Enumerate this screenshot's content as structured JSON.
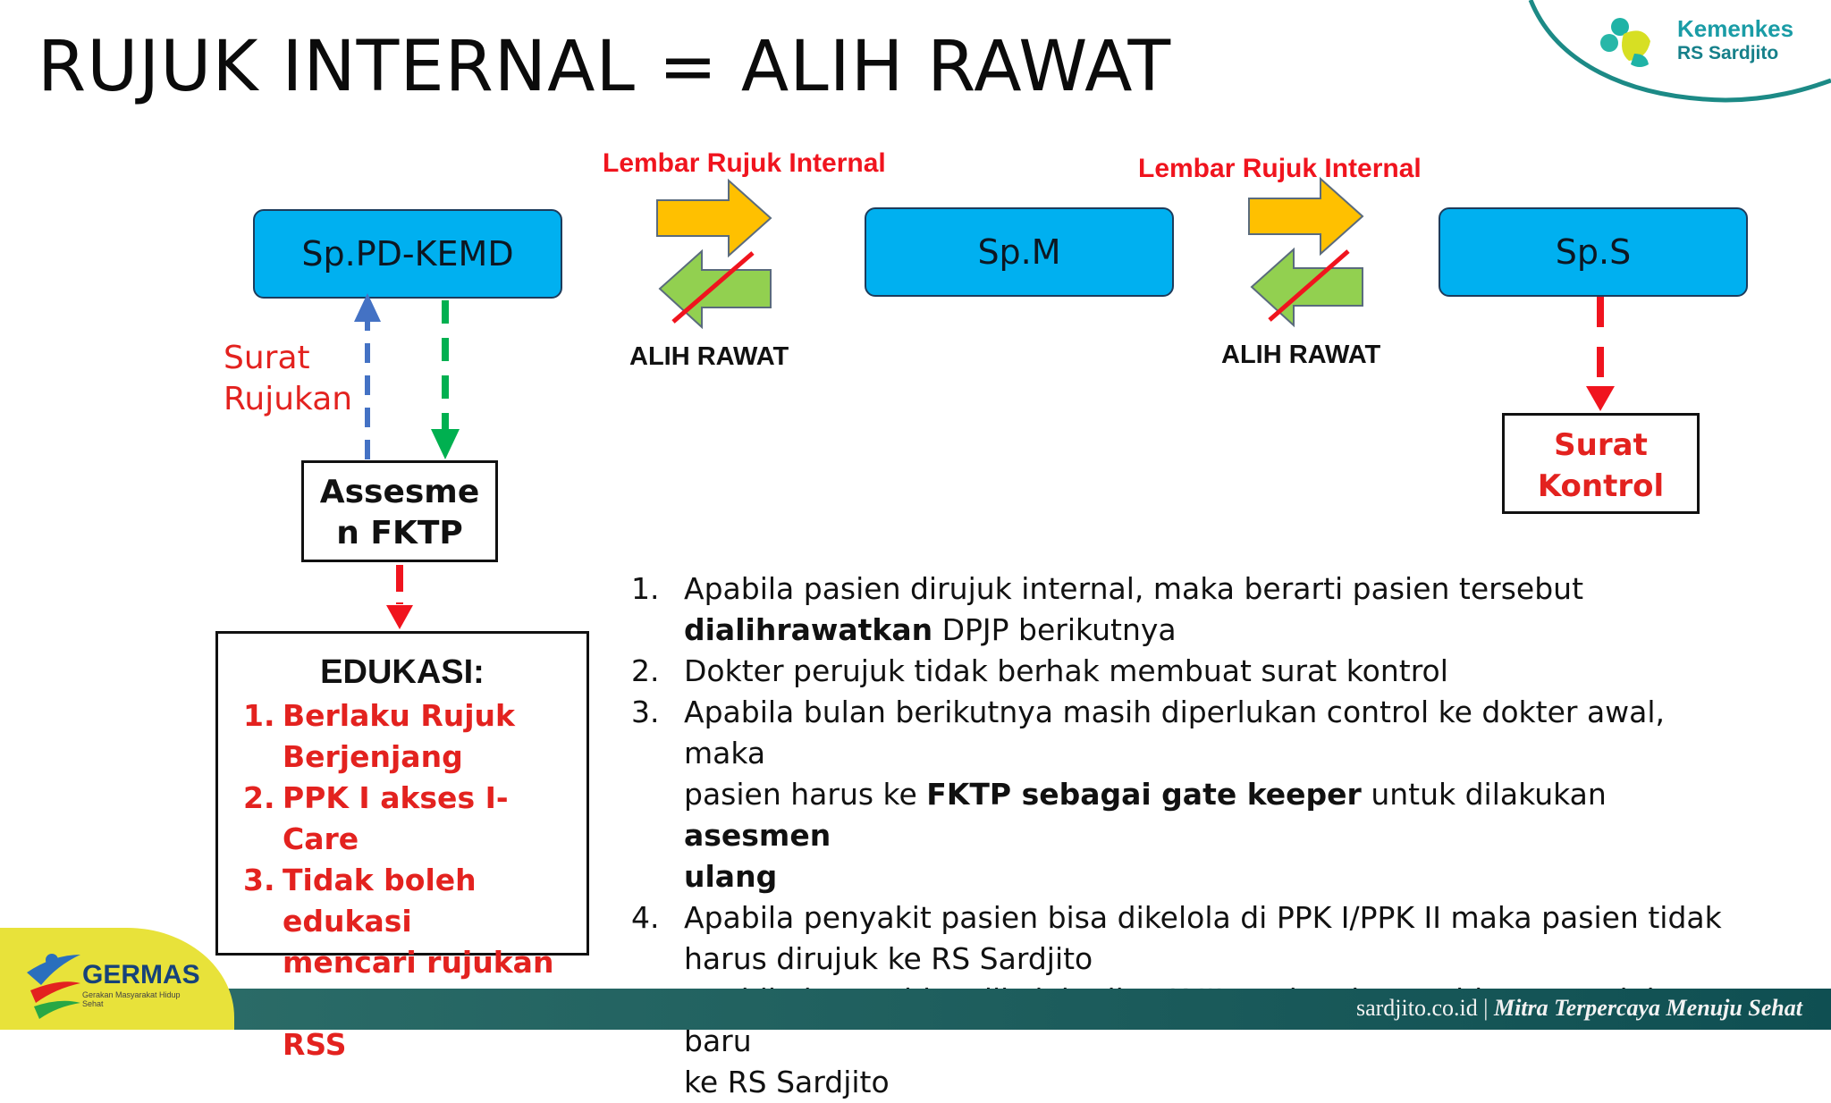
{
  "title": "RUJUK INTERNAL = ALIH RAWAT",
  "logo": {
    "line1": "Kemenkes",
    "line2": "RS Sardjito"
  },
  "nodes": {
    "sp1": "Sp.PD-KEMD",
    "sp2": "Sp.M",
    "sp3": "Sp.S"
  },
  "arrow_labels": {
    "top_left": "Lembar Rujuk Internal",
    "top_right": "Lembar Rujuk Internal",
    "bottom_left": "ALIH RAWAT",
    "bottom_right": "ALIH RAWAT"
  },
  "surat_rujukan": [
    "Surat",
    "Rujukan"
  ],
  "assesmen": [
    "Assesme",
    "n FKTP"
  ],
  "surat_kontrol": [
    "Surat",
    "Kontrol"
  ],
  "edukasi": {
    "heading": "EDUKASI:",
    "items": [
      {
        "num": "1.",
        "lines": [
          "Berlaku Rujuk",
          "Berjenjang"
        ]
      },
      {
        "num": "2.",
        "lines": [
          "PPK I akses I-Care"
        ]
      },
      {
        "num": "3.",
        "lines": [
          "Tidak boleh edukasi",
          "mencari rujukan ke",
          "RSS"
        ]
      }
    ]
  },
  "points": [
    {
      "num": "1.",
      "t1": "Apabila pasien dirujuk internal, maka berarti pasien tersebut",
      "b1": "dialihrawatkan",
      "t2": " DPJP berikutnya"
    },
    {
      "num": "2.",
      "t1": "Dokter perujuk tidak berhak membuat surat kontrol"
    },
    {
      "num": "3.",
      "t1": "Apabila bulan berikutnya masih diperlukan control ke dokter awal, maka",
      "t2": "pasien harus ke ",
      "b1": "FKTP sebagai gate keeper",
      "t3": " untuk dilakukan ",
      "b2": "asesmen",
      "b3": "ulang"
    },
    {
      "num": "4.",
      "t1": "Apabila penyakit pasien bisa dikelola di PPK I/PPK II maka pasien tidak",
      "t2": "harus dirujuk ke RS Sardjito"
    },
    {
      "num": "5.",
      "t1": "Apabila hanya bisa dikelola di PPK III, maka akan terbit surat rujukan baru",
      "t2": "ke RS Sardjito"
    }
  ],
  "footer": {
    "site": "sardjito.co.id",
    "sep": "|",
    "tagline": "Mitra Terpercaya Menuju Sehat"
  },
  "germas": {
    "name": "GERMAS",
    "sub": "Gerakan Masyarakat Hidup Sehat"
  },
  "colors": {
    "node_fill": "#00b0f0",
    "red": "#f0141e",
    "yellow_arrow": "#ffc000",
    "green_arrow": "#92d050",
    "blue_dash": "#4472c4",
    "green_dash": "#00b050",
    "teal": "#1a9ca6"
  }
}
